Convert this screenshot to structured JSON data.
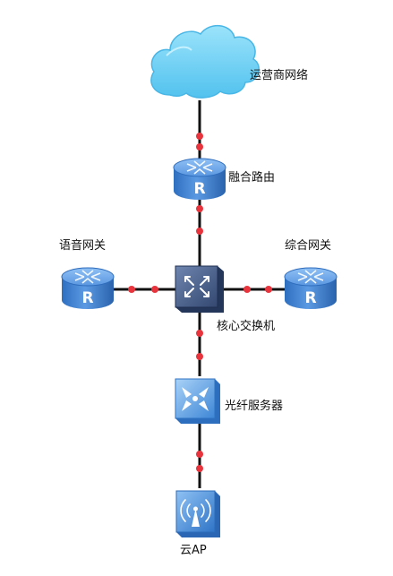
{
  "nodes": {
    "cloud": {
      "label": "运营商网络",
      "icon": "cloud-icon"
    },
    "fusion_router": {
      "label": "融合路由",
      "icon": "router-icon"
    },
    "voice_gateway": {
      "label": "语音网关",
      "icon": "router-icon"
    },
    "integrated_gateway": {
      "label": "综合网关",
      "icon": "router-icon"
    },
    "core_switch": {
      "label": "核心交换机",
      "icon": "switch-icon"
    },
    "fiber_server": {
      "label": "光纤服务器",
      "icon": "optical-server-icon"
    },
    "cloud_ap": {
      "label": "云AP",
      "icon": "wireless-ap-icon"
    }
  },
  "colors": {
    "device_blue": "#3d7fd0",
    "link_line": "#111111",
    "port_dot": "#e8343d",
    "cloud_fill": "#6fd0f3"
  }
}
